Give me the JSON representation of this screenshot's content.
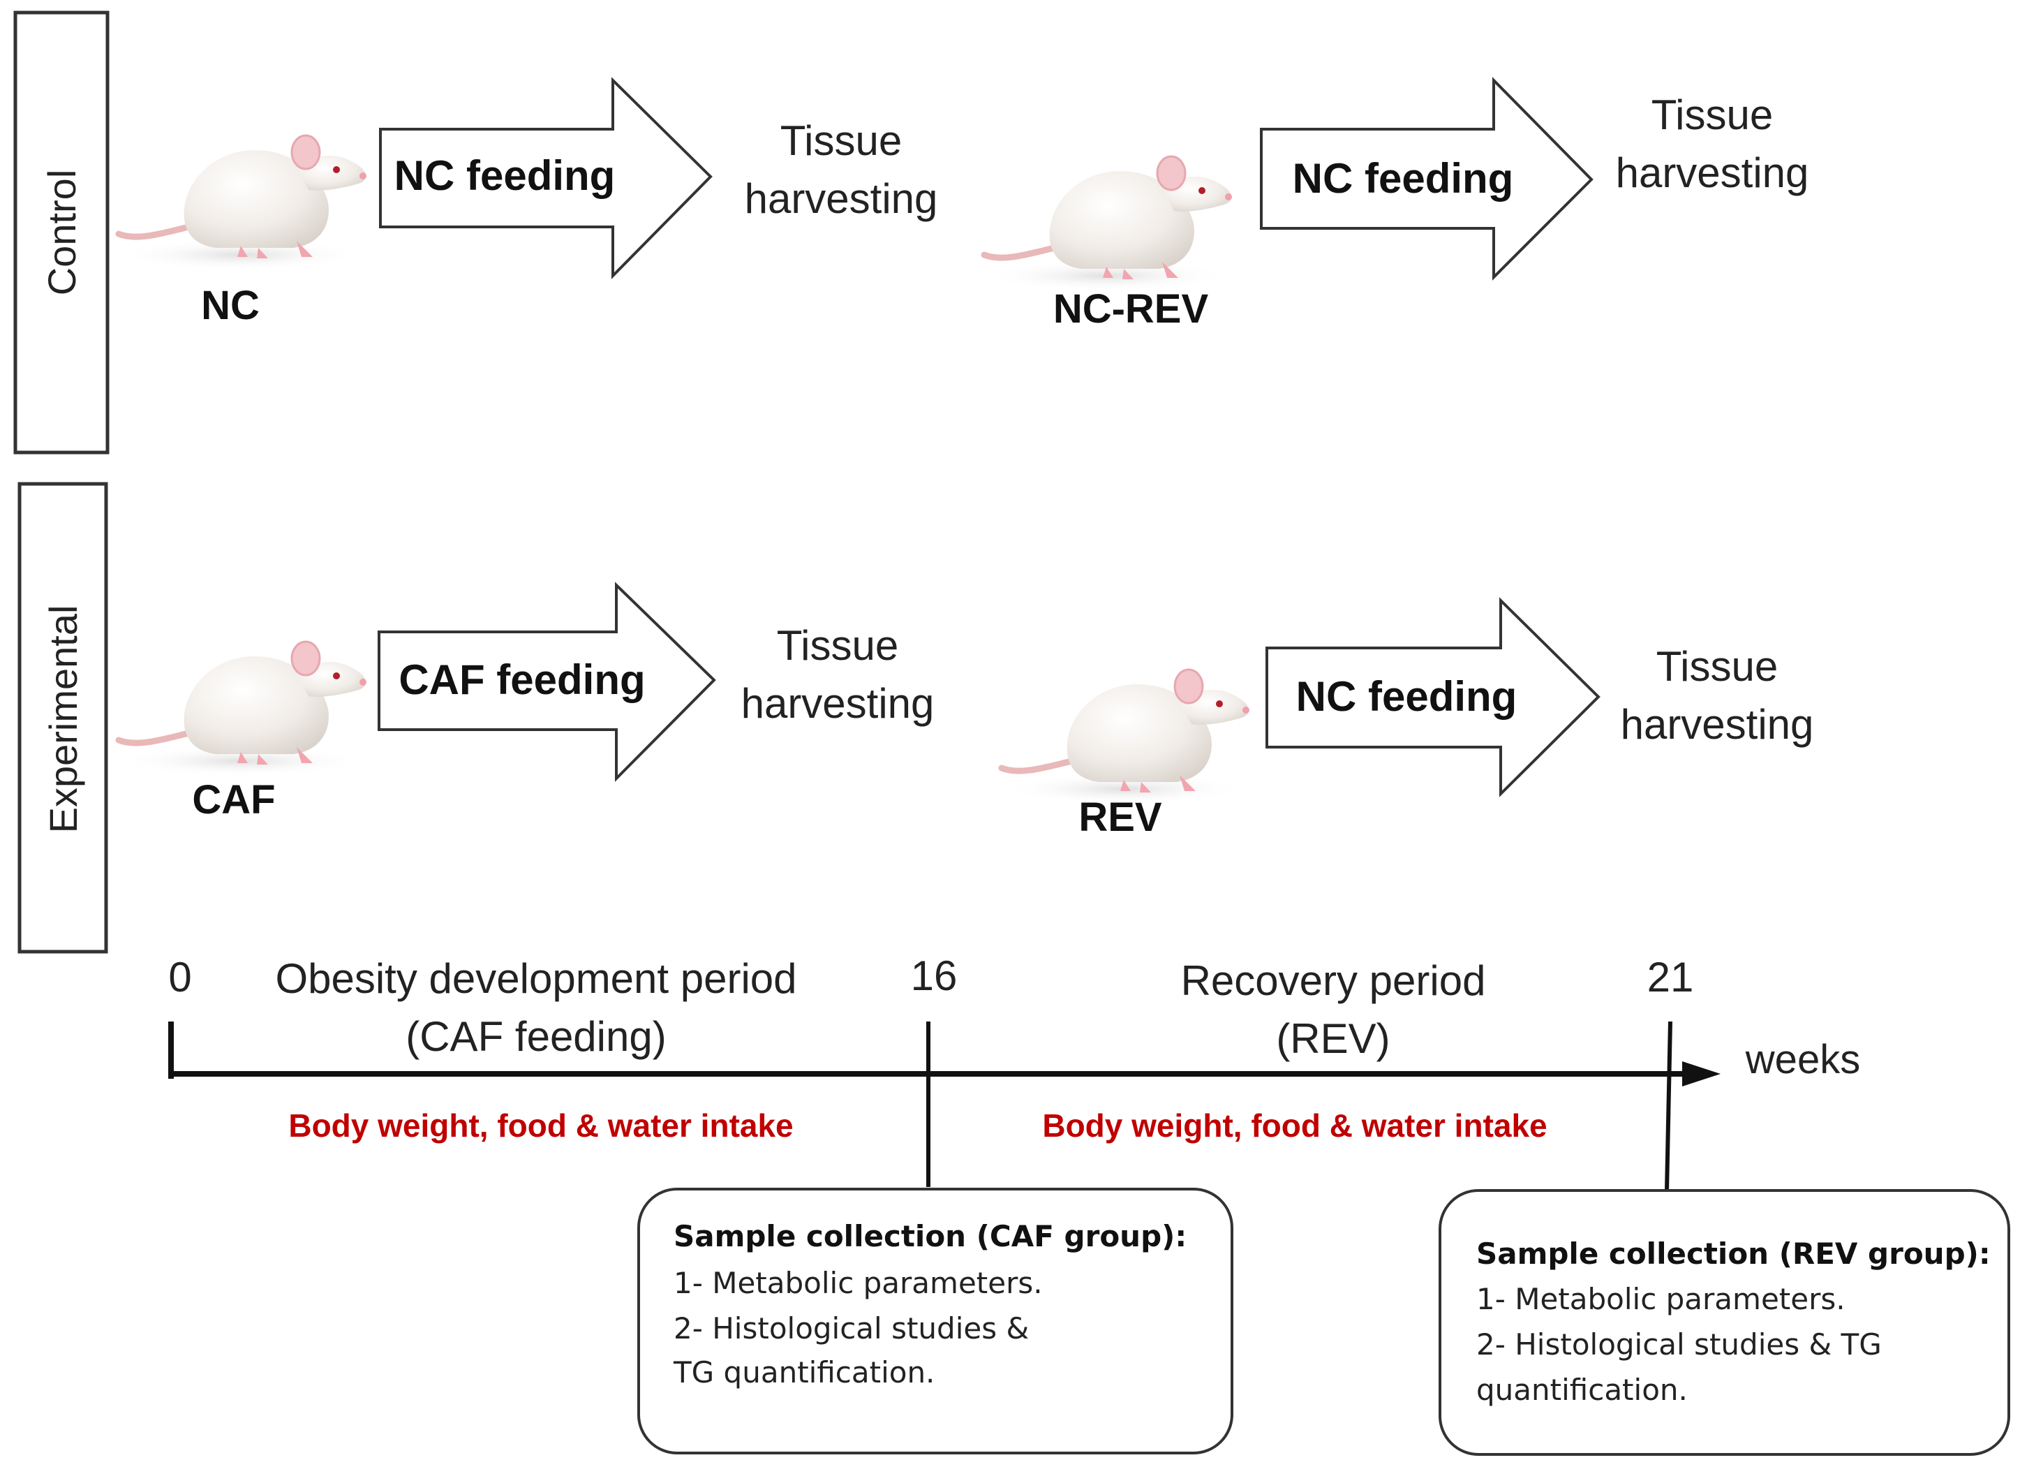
{
  "rows": {
    "control": {
      "label": "Control"
    },
    "experimental": {
      "label": "Experimental"
    }
  },
  "groups": {
    "nc": "NC",
    "nc_rev": "NC-REV",
    "caf": "CAF",
    "rev": "REV"
  },
  "arrows": {
    "control_first": "NC feeding",
    "control_second": "NC feeding",
    "experimental_first": "CAF feeding",
    "experimental_second": "NC feeding"
  },
  "harvest": {
    "line1": "Tissue",
    "line2": "harvesting"
  },
  "timeline": {
    "tick_start": "0",
    "tick_mid": "16",
    "tick_end": "21",
    "unit": "weeks",
    "period1": {
      "line1": "Obesity development period",
      "line2": "(CAF feeding)"
    },
    "period2": {
      "line1": "Recovery period",
      "line2": "(REV)"
    },
    "measure1": "Body weight, food & water intake",
    "measure2": "Body weight, food & water intake"
  },
  "boxes": {
    "caf": {
      "title": "Sample collection (CAF group):",
      "line1": "1- Metabolic parameters.",
      "line2": "2- Histological studies &",
      "line3": "TG  quantification."
    },
    "rev": {
      "title": "Sample collection (REV group):",
      "line1": "1- Metabolic parameters.",
      "line2": "2- Histological studies & TG",
      "line3": "quantification."
    }
  },
  "colors": {
    "measure_text": "#c00000",
    "rat_body": "#f2ede8",
    "rat_pink": "#f2a5ae"
  }
}
